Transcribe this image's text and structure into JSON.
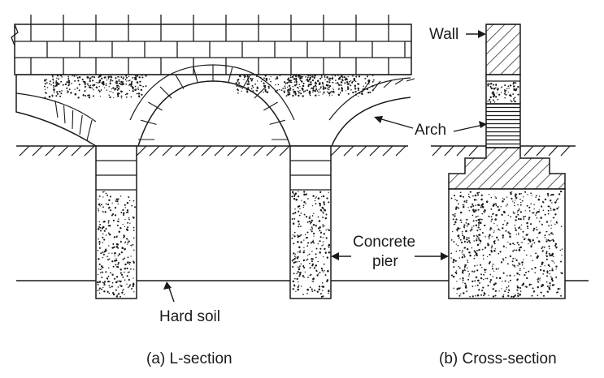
{
  "labels": {
    "wall": "Wall",
    "arch": "Arch",
    "concrete_line1": "Concrete",
    "concrete_line2": "pier",
    "hard_soil": "Hard soil"
  },
  "captions": {
    "l_section": "(a) L-section",
    "cross_section": "(b) Cross-section"
  },
  "colors": {
    "ink": "#1a1a1a",
    "background": "#ffffff"
  }
}
